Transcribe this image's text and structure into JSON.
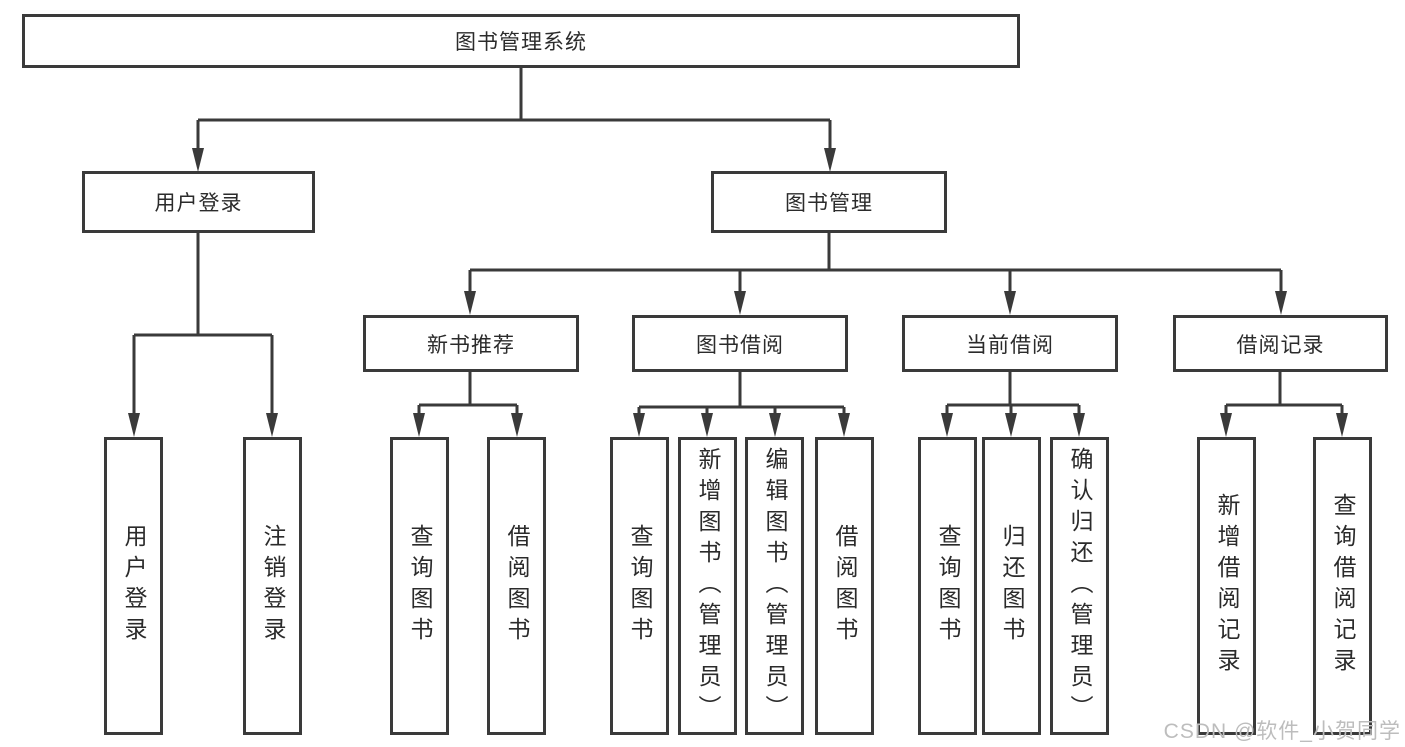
{
  "diagram_type": "hierarchy-tree",
  "colors": {
    "line": "#3a3a3a",
    "box_border": "#3a3a3a",
    "text": "#2b2b2b",
    "background": "#ffffff",
    "watermark": "#bdbdbd"
  },
  "tree": {
    "root": {
      "label": "图书管理系统"
    },
    "branches": [
      {
        "label": "用户登录",
        "children": [
          {
            "label": "用户登录"
          },
          {
            "label": "注销登录"
          }
        ]
      },
      {
        "label": "图书管理",
        "children": [
          {
            "label": "新书推荐",
            "children": [
              {
                "label": "查询图书"
              },
              {
                "label": "借阅图书"
              }
            ]
          },
          {
            "label": "图书借阅",
            "children": [
              {
                "label": "查询图书"
              },
              {
                "label": "新增图书（管理员）"
              },
              {
                "label": "编辑图书（管理员）"
              },
              {
                "label": "借阅图书"
              }
            ]
          },
          {
            "label": "当前借阅",
            "children": [
              {
                "label": "查询图书"
              },
              {
                "label": "归还图书"
              },
              {
                "label": "确认归还（管理员）"
              }
            ]
          },
          {
            "label": "借阅记录",
            "children": [
              {
                "label": "新增借阅记录"
              },
              {
                "label": "查询借阅记录"
              }
            ]
          }
        ]
      }
    ]
  },
  "watermark": {
    "text": "CSDN @软件_小贺同学"
  }
}
